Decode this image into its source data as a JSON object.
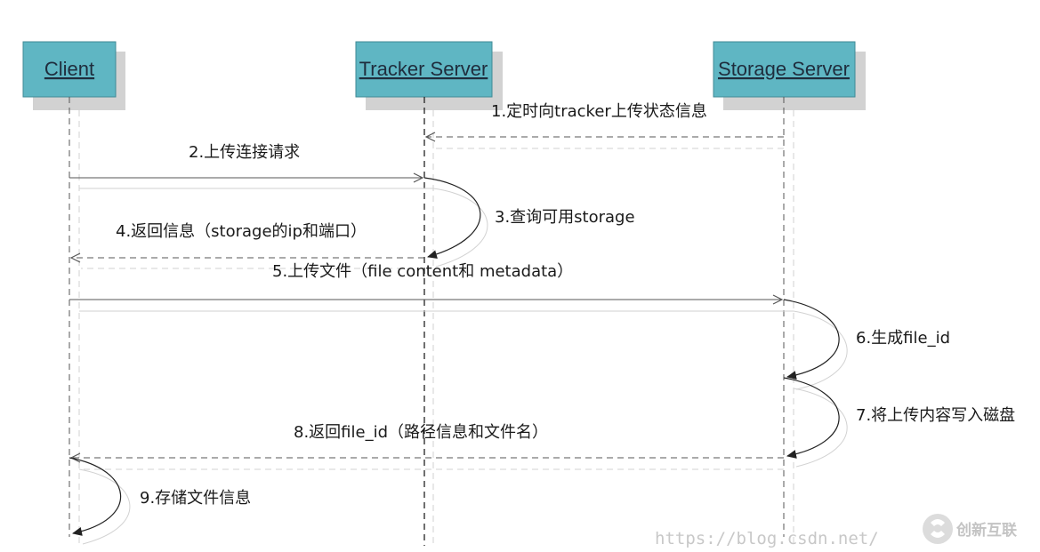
{
  "actors": {
    "client": "Client",
    "tracker": "Tracker Server",
    "storage": "Storage Server"
  },
  "messages": {
    "m1": "1.定时向tracker上传状态信息",
    "m2": "2.上传连接请求",
    "m3": "3.查询可用storage",
    "m4": "4.返回信息（storage的ip和端口）",
    "m5": "5.上传文件（file content和 metadata）",
    "m6": "6.生成file_id",
    "m7": "7.将上传内容写入磁盘",
    "m8": "8.返回file_id（路径信息和文件名）",
    "m9": "9.存储文件信息"
  },
  "watermark": {
    "url": "https://blog.csdn.net/",
    "brand": "创新互联"
  },
  "colors": {
    "actor_box": "#5fb6c3",
    "actor_shadow": "#d2d2d2",
    "line": "#555555",
    "shadow_line": "#c8c8c8"
  }
}
